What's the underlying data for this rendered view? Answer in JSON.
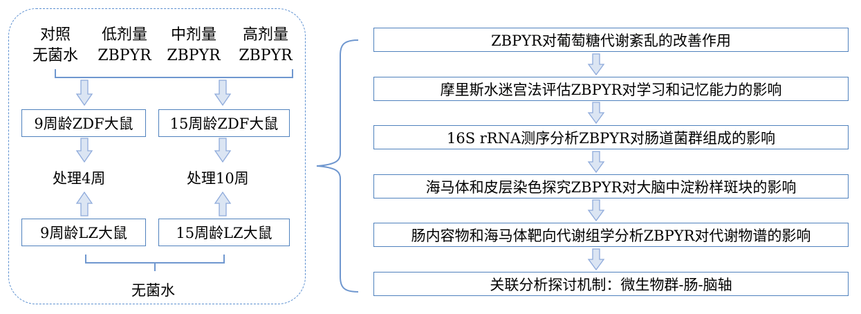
{
  "left_panel": {
    "groups": [
      {
        "line1": "对照",
        "line2": "无菌水"
      },
      {
        "line1": "低剂量",
        "line2": "ZBPYR"
      },
      {
        "line1": "中剂量",
        "line2": "ZBPYR"
      },
      {
        "line1": "高剂量",
        "line2": "ZBPYR"
      }
    ],
    "zdf_9": "9周龄ZDF大鼠",
    "zdf_15": "15周龄ZDF大鼠",
    "treat_4": "处理4周",
    "treat_10": "处理10周",
    "lz_9": "9周龄LZ大鼠",
    "lz_15": "15周龄LZ大鼠",
    "bottom_label": "无菌水"
  },
  "steps": [
    "ZBPYR对葡萄糖代谢紊乱的改善作用",
    "摩里斯水迷宫法评估ZBPYR对学习和记忆能力的影响",
    "16S rRNA测序分析ZBPYR对肠道菌群组成的影响",
    "海马体和皮层染色探究ZBPYR对大脑中淀粉样斑块的影响",
    "肠内容物和海马体靶向代谢组学分析ZBPYR对代谢物谱的影响",
    "关联分析探讨机制：微生物群-肠-脑轴"
  ],
  "colors": {
    "stroke": "#4f81bd",
    "arrow_fill": "#dbe5f3",
    "arrow_stroke": "#8eaadb",
    "dashed": "#5b8fd0"
  }
}
